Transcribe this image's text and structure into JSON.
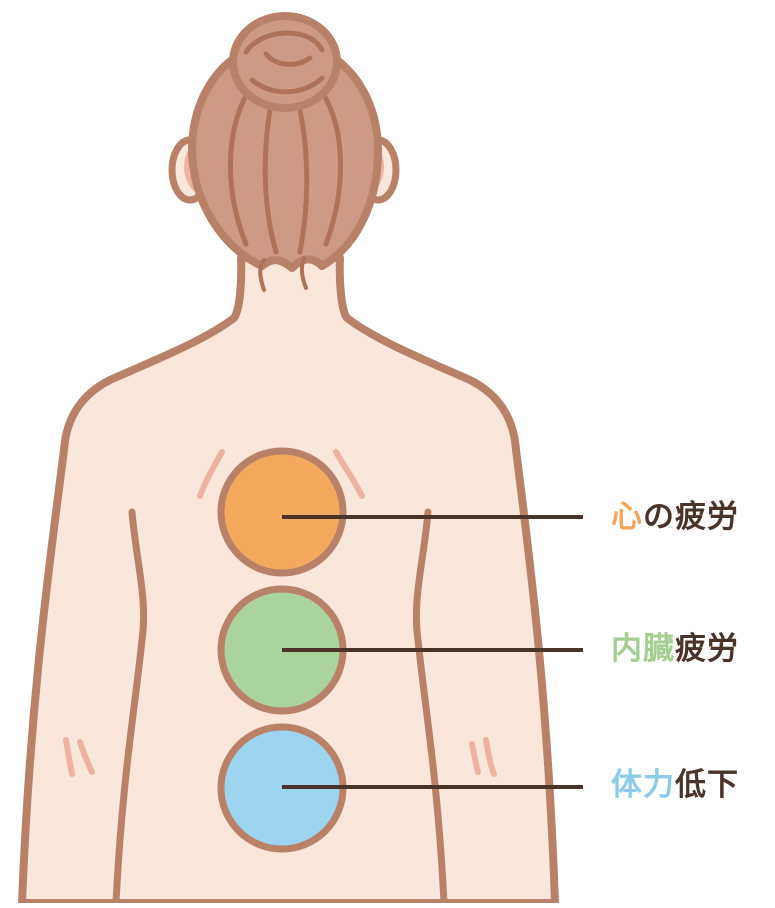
{
  "colors": {
    "skin": "#fbe6dc",
    "outline": "#b98268",
    "hair": "#cf9a84",
    "hair_line": "#b07257",
    "blush": "#eeb2a1",
    "leader_line": "#4a3429",
    "text_dark": "#4a3429"
  },
  "labels": [
    {
      "accent": "心",
      "rest": "の疲労",
      "accent_color": "#f3a55a",
      "circle_color": "#f3a95e"
    },
    {
      "accent": "内臓",
      "rest": "疲労",
      "accent_color": "#a5cf91",
      "circle_color": "#aad49a"
    },
    {
      "accent": "体力",
      "rest": "低下",
      "accent_color": "#8ccbe9",
      "circle_color": "#9dd4f0"
    }
  ]
}
